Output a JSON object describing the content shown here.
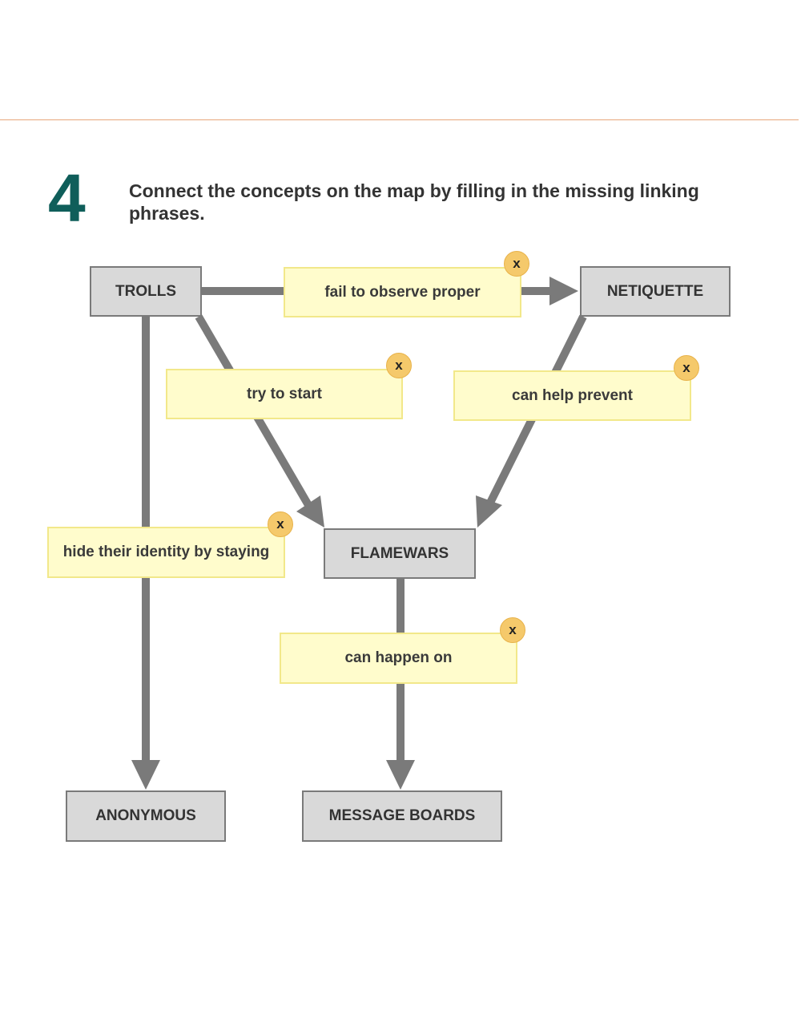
{
  "header": {
    "step_number": "4",
    "instruction": "Connect the concepts on the map by filling in the missing linking phrases."
  },
  "concepts": {
    "trolls": "TROLLS",
    "netiquette": "NETIQUETTE",
    "flamewars": "FLAMEWARS",
    "anonymous": "ANONYMOUS",
    "message_boards": "MESSAGE BOARDS"
  },
  "linking_phrases": {
    "fail_to_observe": "fail to observe proper",
    "try_to_start": "try to start",
    "can_help_prevent": "can help prevent",
    "hide_identity": "hide their identity by staying",
    "can_happen_on": "can happen on"
  },
  "remove_label": "x",
  "colors": {
    "step_number": "#0f5e5a",
    "divider": "#e8a77a",
    "concept_fill": "#d9d9d9",
    "concept_border": "#7a7a7a",
    "slot_fill": "#fffccc",
    "slot_border": "#f2e88a",
    "remove_badge": "#f5c96b",
    "connector": "#7a7a7a"
  }
}
